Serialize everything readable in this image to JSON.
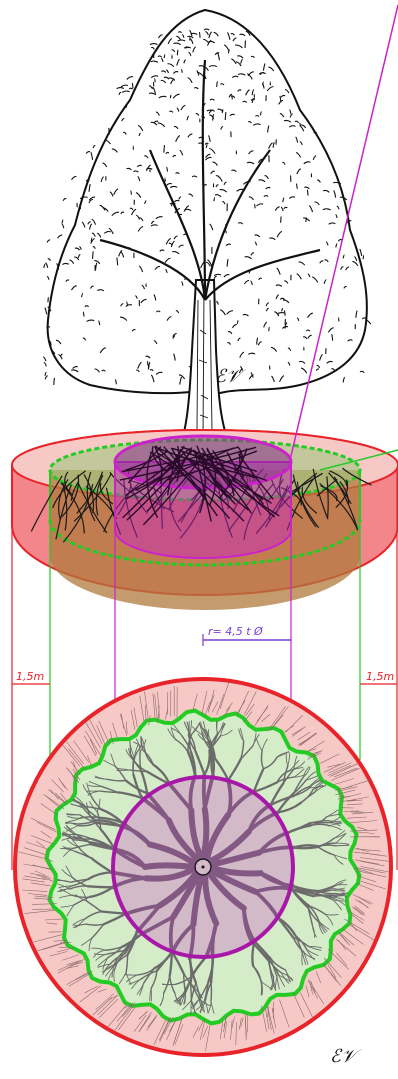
{
  "labels": {
    "left_clearance": "1,5m",
    "right_clearance": "1,5m",
    "radius_formula": "r= 4,5 t Ø",
    "signature_top": "ℰ𝒱",
    "signature_bottom": "ℰ𝒱"
  },
  "colors": {
    "outer_zone": "#e8232a",
    "outer_zone_fill": "#f3a3a0",
    "drip_zone": "#22cc22",
    "drip_zone_fill": "#b9e7b0",
    "root_zone": "#cc22cc",
    "root_zone_fill": "#f0a6ea",
    "soil": "#b07a3c",
    "roots_plan": "#6b6b6b",
    "tree_ink": "#111111"
  }
}
